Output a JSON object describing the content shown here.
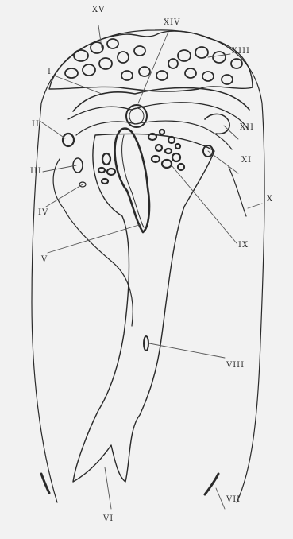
{
  "figure": {
    "labels": {
      "I": "I",
      "II": "II",
      "III": "III",
      "IV": "IV",
      "V": "V",
      "VI": "VI",
      "VII": "VII",
      "VIII": "VIII",
      "IX": "IX",
      "X": "X",
      "XI": "XI",
      "XII": "XII",
      "XIII": "XIII",
      "XIV": "XIV",
      "XV": "XV"
    }
  }
}
